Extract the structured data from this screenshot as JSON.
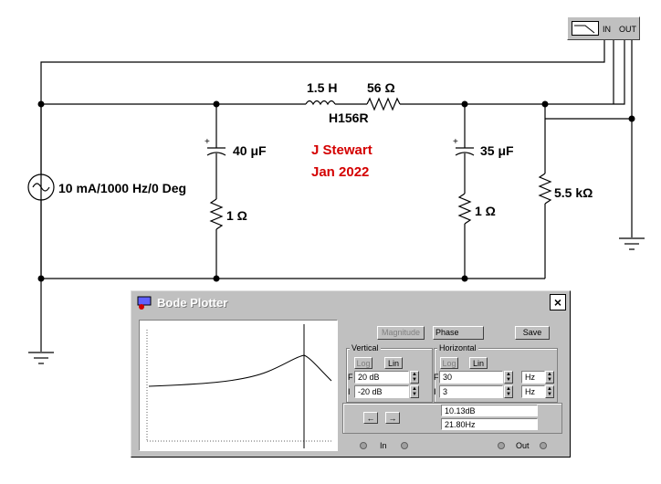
{
  "components": {
    "inductor": "1.5 H",
    "series_resistor": "56 Ω",
    "model_name": "H156R",
    "cap1": "40 μF",
    "cap1_resistor": "1 Ω",
    "cap2": "35 μF",
    "cap2_resistor": "1 Ω",
    "load_resistor": "5.5 kΩ",
    "source": "10 mA/1000 Hz/0 Deg"
  },
  "author": {
    "name": "J Stewart",
    "date": "Jan 2022"
  },
  "instrument_icon": {
    "in": "IN",
    "out": "OUT"
  },
  "bode": {
    "title": "Bode Plotter",
    "close": "×",
    "magnitude_label": "Magnitude",
    "phase_label": "Phase",
    "save_label": "Save",
    "vertical": {
      "title": "Vertical",
      "log": "Log",
      "lin": "Lin",
      "f_label": "F",
      "i_label": "I",
      "f_value": "20 dB",
      "i_value": "-20 dB"
    },
    "horizontal": {
      "title": "Horizontal",
      "log": "Log",
      "lin": "Lin",
      "f_label": "F",
      "i_label": "I",
      "f_value": "30",
      "i_value": "3",
      "f_unit": "Hz",
      "i_unit": "Hz"
    },
    "readout_db": "10.13dB",
    "readout_hz": "21.80Hz",
    "left_arrow": "←",
    "right_arrow": "→",
    "in_label": "In",
    "out_label": "Out"
  }
}
